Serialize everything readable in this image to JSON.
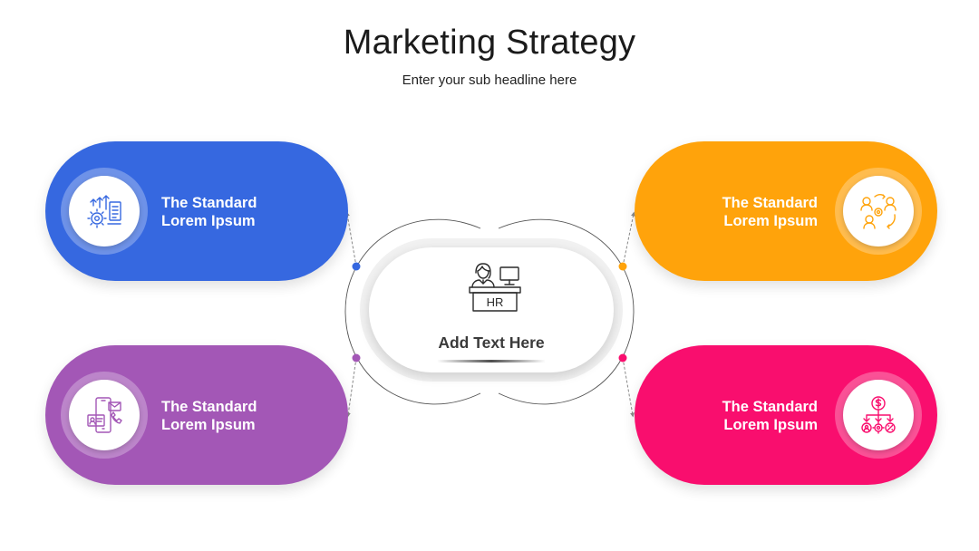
{
  "header": {
    "title": "Marketing Strategy",
    "subtitle": "Enter your sub headline here"
  },
  "hub": {
    "label": "Add Text Here",
    "icon": "hr-desk-icon",
    "icon_text": "HR"
  },
  "cards": [
    {
      "line1": "The Standard",
      "line2": "Lorem Ipsum",
      "color": "#3668E0",
      "icon": "gear-growth-document-icon"
    },
    {
      "line1": "The Standard",
      "line2": "Lorem Ipsum",
      "color": "#FFA30B",
      "icon": "people-exchange-icon"
    },
    {
      "line1": "The Standard",
      "line2": "Lorem Ipsum",
      "color": "#A357B6",
      "icon": "mobile-contact-icon"
    },
    {
      "line1": "The Standard",
      "line2": "Lorem Ipsum",
      "color": "#F90E6E",
      "icon": "money-distribution-icon"
    }
  ]
}
